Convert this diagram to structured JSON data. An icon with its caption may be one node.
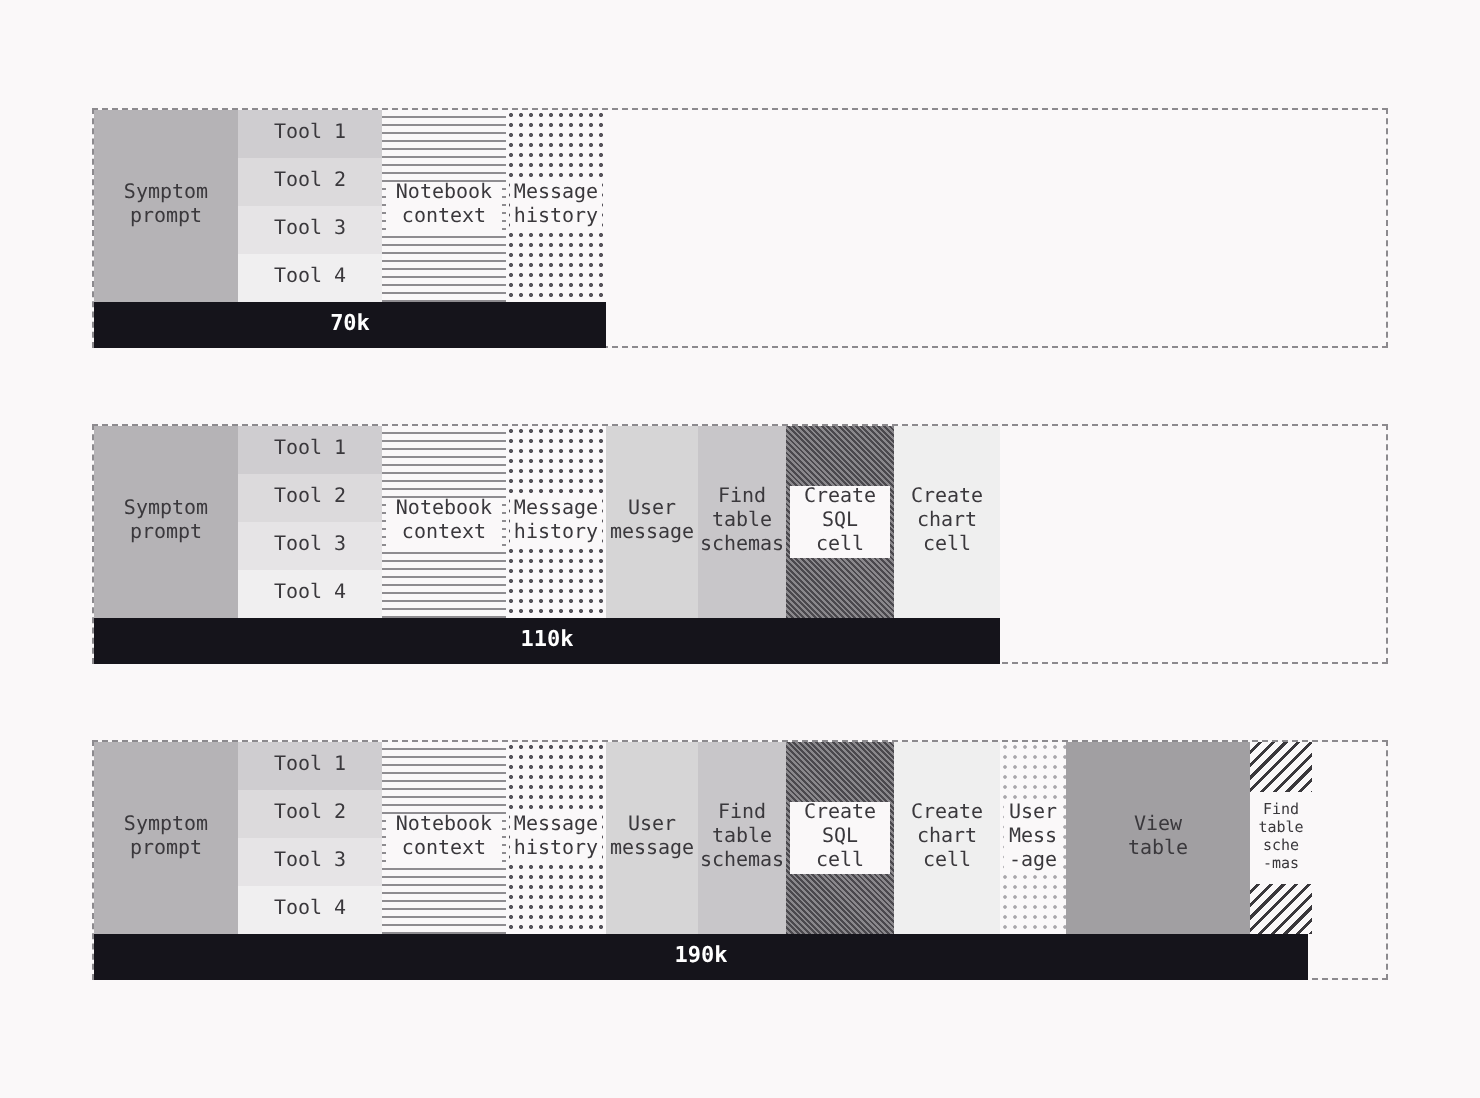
{
  "diagram": {
    "nodes": [
      {
        "text": [],
        "shape": "box"
      },
      {
        "text": [
          "Symptom prompt"
        ],
        "in": 0
      },
      {
        "text": [
          "Tool 1"
        ],
        "in": 0
      },
      {
        "text": [
          "Tool 2"
        ],
        "in": 0
      },
      {
        "text": [
          "Tool 3"
        ],
        "in": 0
      },
      {
        "text": [
          "Tool 4"
        ],
        "in": 0
      },
      {
        "text": [
          "Notebook context"
        ],
        "in": 0
      },
      {
        "text": [
          "Message history"
        ],
        "in": 0
      },
      {
        "text": [
          "70k"
        ],
        "in": 0
      },
      {
        "text": [],
        "shape": "box"
      },
      {
        "text": [
          "Symptom prompt"
        ],
        "in": 9
      },
      {
        "text": [
          "Tool 1"
        ],
        "in": 9
      },
      {
        "text": [
          "Tool 2"
        ],
        "in": 9
      },
      {
        "text": [
          "Tool 3"
        ],
        "in": 9
      },
      {
        "text": [
          "Tool 4"
        ],
        "in": 9
      },
      {
        "text": [
          "Notebook context"
        ],
        "in": 9
      },
      {
        "text": [
          "Message history"
        ],
        "in": 9
      },
      {
        "text": [
          "User message"
        ],
        "in": 9
      },
      {
        "text": [
          "Find table schemas"
        ],
        "in": 9
      },
      {
        "text": [
          "Create SQL cell"
        ],
        "in": 9
      },
      {
        "text": [
          "Create chart cell"
        ],
        "in": 9
      },
      {
        "text": [
          "110k"
        ],
        "in": 9
      },
      {
        "text": [],
        "shape": "box"
      },
      {
        "text": [
          "Symptom prompt"
        ],
        "in": 22
      },
      {
        "text": [
          "Tool 1"
        ],
        "in": 22
      },
      {
        "text": [
          "Tool 2"
        ],
        "in": 22
      },
      {
        "text": [
          "Tool 3"
        ],
        "in": 22
      },
      {
        "text": [
          "Tool 4"
        ],
        "in": 22
      },
      {
        "text": [
          "Notebook context"
        ],
        "in": 22
      },
      {
        "text": [
          "Message history"
        ],
        "in": 22
      },
      {
        "text": [
          "User message"
        ],
        "in": 22
      },
      {
        "text": [
          "Find table schemas"
        ],
        "in": 22
      },
      {
        "text": [
          "Create SQL cell"
        ],
        "in": 22
      },
      {
        "text": [
          "Create chart cell"
        ],
        "in": 22
      },
      {
        "text": [
          "User Mess -age"
        ],
        "in": 22
      },
      {
        "text": [
          "View table"
        ],
        "in": 22
      },
      {
        "text": [
          "Find table sche -mas"
        ],
        "in": 22
      },
      {
        "text": [
          "190k"
        ],
        "in": 22
      }
    ],
    "edges": []
  }
}
